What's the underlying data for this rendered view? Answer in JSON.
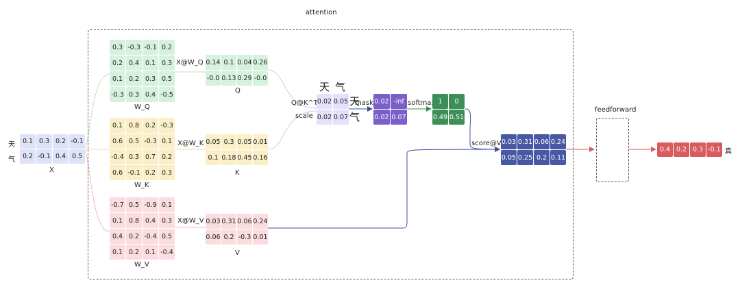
{
  "title": "attention",
  "input": {
    "tokens": [
      "天",
      "气"
    ],
    "values": [
      [
        "0.1",
        "0.3",
        "0.2",
        "-0.1"
      ],
      [
        "0.2",
        "-0.1",
        "0.4",
        "0.5"
      ]
    ],
    "label": "X",
    "color": "#dfe3f7"
  },
  "weights": {
    "wq": {
      "label": "W_Q",
      "color": "#d7f1df",
      "values": [
        [
          "0.3",
          "-0.3",
          "-0.1",
          "0.2"
        ],
        [
          "0.2",
          "0.4",
          "0.1",
          "0.3"
        ],
        [
          "0.1",
          "0.2",
          "0.3",
          "0.5"
        ],
        [
          "-0.3",
          "0.3",
          "0.4",
          "-0.5"
        ]
      ]
    },
    "wk": {
      "label": "W_K",
      "color": "#fbefc8",
      "values": [
        [
          "0.1",
          "0.8",
          "0.2",
          "-0.3"
        ],
        [
          "0.6",
          "0.5",
          "-0.3",
          "0.1"
        ],
        [
          "-0.4",
          "0.3",
          "0.7",
          "0.2"
        ],
        [
          "0.6",
          "-0.1",
          "0.2",
          "0.3"
        ]
      ]
    },
    "wv": {
      "label": "W_V",
      "color": "#fbdcdf",
      "values": [
        [
          "-0.7",
          "0.5",
          "-0.9",
          "0.1"
        ],
        [
          "0.1",
          "0.8",
          "0.4",
          "0.3"
        ],
        [
          "0.4",
          "0.2",
          "-0.4",
          "0.5"
        ],
        [
          "0.1",
          "0.2",
          "0.1",
          "-0.4"
        ]
      ]
    }
  },
  "ops": {
    "xwq": "X@W_Q",
    "xwk": "X@W_K",
    "xwv": "X@W_V",
    "qk": "Q@K^T",
    "scale": "scale",
    "mask": "mask",
    "softmax": "softmax",
    "scorev": "score@V",
    "ffn": "feedforward"
  },
  "projections": {
    "q": {
      "label": "Q",
      "color": "#d7f1df",
      "values": [
        [
          "0.14",
          "0.1",
          "0.04",
          "0.26"
        ],
        [
          "-0.0",
          "0.13",
          "0.29",
          "-0.0"
        ]
      ]
    },
    "k": {
      "label": "K",
      "color": "#fbefc8",
      "values": [
        [
          "0.05",
          "0.3",
          "0.05",
          "0.01"
        ],
        [
          "0.1",
          "0.18",
          "0.45",
          "0.16"
        ]
      ]
    },
    "v": {
      "label": "V",
      "color": "#fbdcdf",
      "values": [
        [
          "0.03",
          "0.31",
          "0.06",
          "0.24"
        ],
        [
          "0.06",
          "0.2",
          "-0.3",
          "0.01"
        ]
      ]
    }
  },
  "scores": {
    "col_tokens": [
      "天",
      "气"
    ],
    "row_tokens": [
      "天",
      "气"
    ],
    "color": "#e5e1fb",
    "values": [
      [
        "0.02",
        "0.05"
      ],
      [
        "0.02",
        "0.07"
      ]
    ]
  },
  "masked": {
    "color": "#7a5fc9",
    "values": [
      [
        "0.02",
        "-inf"
      ],
      [
        "0.02",
        "0.07"
      ]
    ]
  },
  "softmaxed": {
    "color": "#3e8f57",
    "values": [
      [
        "1",
        "0"
      ],
      [
        "0.49",
        "0.51"
      ]
    ]
  },
  "attention_out": {
    "color": "#4858a4",
    "values": [
      [
        "0.03",
        "0.31",
        "0.06",
        "0.24"
      ],
      [
        "0.05",
        "0.25",
        "0.2",
        "0.11"
      ]
    ]
  },
  "output": {
    "color": "#d85c5e",
    "values": [
      "0.4",
      "0.2",
      "0.3",
      "-0.1"
    ],
    "token": "真"
  },
  "colors": {
    "blue_line": "#3d4fa0",
    "green_line": "#3e8f57",
    "red_line": "#d85c5e",
    "light_line": "#cfc9f3"
  }
}
